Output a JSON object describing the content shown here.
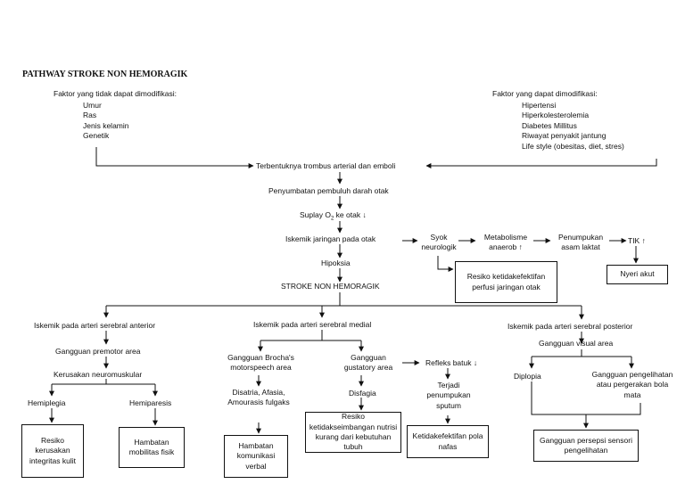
{
  "title": "PATHWAY STROKE NON HEMORAGIK",
  "left_factors": {
    "heading": "Faktor yang tidak dapat dimodifikasi:",
    "items": [
      "Umur",
      "Ras",
      "Jenis kelamin",
      "Genetik"
    ]
  },
  "right_factors": {
    "heading": "Faktor yang dapat dimodifikasi:",
    "items": [
      "Hipertensi",
      "Hiperkolesterolemia",
      "Diabetes Millitus",
      "Riwayat penyakit jantung",
      "Life style (obesitas, diet, stres)"
    ]
  },
  "main": {
    "thrombus": "Terbentuknya trombus arterial dan emboli",
    "occlusion": "Penyumbatan pembuluh darah otak",
    "o2_pre": "Suplay O",
    "o2_sub": "2",
    "o2_post": " ke otak ↓",
    "ischemia": "Iskemik jaringan pada otak",
    "hypoxia": "Hipoksia",
    "stroke": "STROKE NON HEMORAGIK"
  },
  "side": {
    "shock": "Syok neurologik",
    "anaerob": "Metabolisme anaerob ↑",
    "lactate": "Penumpukan asam laktat",
    "tik": "TIK ↑",
    "pain_box": "Nyeri akut",
    "perfusion_box": "Resiko ketidakefektifan perfusi jaringan otak"
  },
  "anterior": {
    "label": "Iskemik pada arteri serebral anterior",
    "premotor": "Gangguan premotor area",
    "neuromuscular": "Kerusakan neuromuskular",
    "hemiplegia": "Hemiplegia",
    "hemiparesis": "Hemiparesis",
    "skin_box": "Resiko kerusakan integritas kulit",
    "mobility_box": "Hambatan mobilitas fisik"
  },
  "medial": {
    "label": "Iskemik pada arteri serebral medial",
    "broca": "Gangguan Brocha's motorspeech area",
    "aphasia": "Disatria, Afasia, Amourasis fulgaks",
    "verbal_box": "Hambatan komunikasi verbal",
    "gustatory": "Gangguan gustatory area",
    "dysphagia": "Disfagia",
    "nutrition_box": "Resiko ketidakseimbangan nutrisi kurang dari kebutuhan tubuh",
    "cough": "Refleks batuk ↓",
    "sputum": "Terjadi penumpukan sputum",
    "breath_box": "Ketidakefektifan pola nafas"
  },
  "posterior": {
    "label": "Iskemik pada arteri serebral posterior",
    "visual": "Gangguan visual area",
    "diplopia": "Diplopia",
    "movement": "Gangguan pengelihatan atau pergerakan bola mata",
    "sensory_box": "Gangguan persepsi sensori pengelihatan"
  }
}
